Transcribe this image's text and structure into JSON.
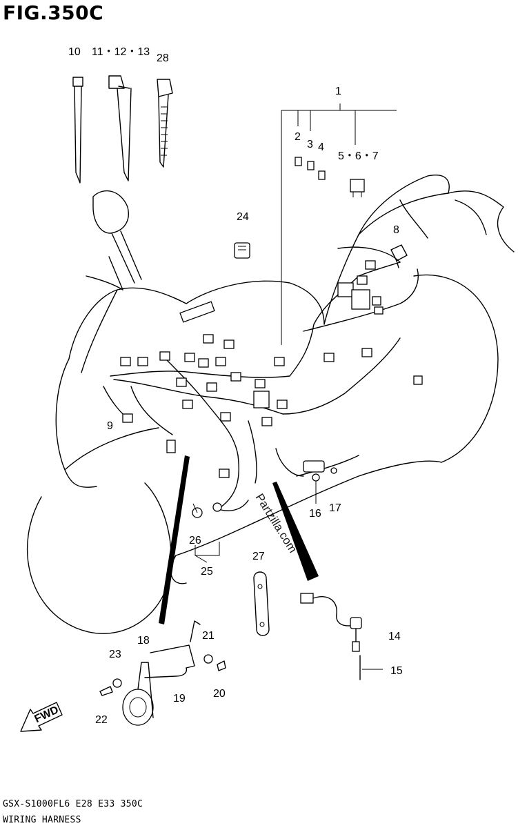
{
  "figure": {
    "title": "FIG.350C",
    "model_line": "GSX-S1000FL6  E28  E33  350C",
    "description": "WIRING HARNESS",
    "watermark": "Partzilla.com",
    "fwd_label": "FWD"
  },
  "callouts": {
    "c1": "1",
    "c2": "2",
    "c3": "3",
    "c4": "4",
    "c5_6_7": "5・6・7",
    "c8": "8",
    "c9": "9",
    "c10": "10",
    "c11_12_13": "11・12・13",
    "c14": "14",
    "c15": "15",
    "c16": "16",
    "c17": "17",
    "c18": "18",
    "c19": "19",
    "c20": "20",
    "c21": "21",
    "c22": "22",
    "c23": "23",
    "c24": "24",
    "c25": "25",
    "c26": "26",
    "c27": "27",
    "c28": "28"
  }
}
